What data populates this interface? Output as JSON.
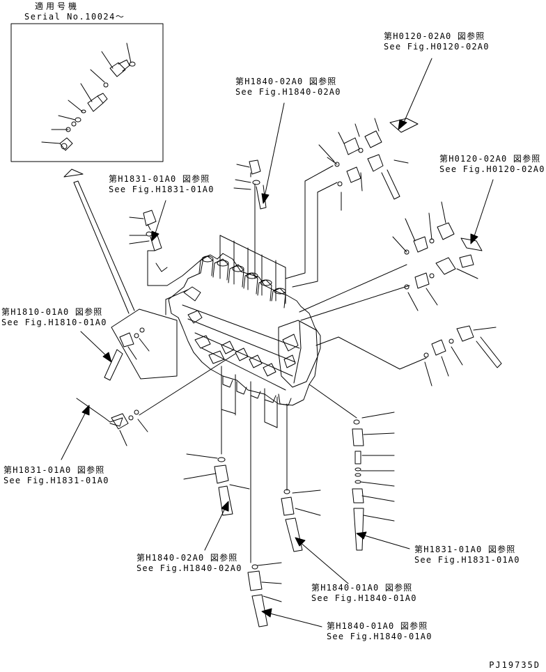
{
  "inset": {
    "title_jp": "適用号機",
    "title_en": "Serial No.10024～"
  },
  "refs": [
    {
      "id": "h0120_top",
      "jp": "第H0120-02A0 図参照",
      "en": "See Fig.H0120-02A0"
    },
    {
      "id": "h1840_top",
      "jp": "第H1840-02A0 図参照",
      "en": "See Fig.H1840-02A0"
    },
    {
      "id": "h1831_upper",
      "jp": "第H1831-01A0 図参照",
      "en": "See Fig.H1831-01A0"
    },
    {
      "id": "h0120_right",
      "jp": "第H0120-02A0 図参照",
      "en": "See Fig.H0120-02A0"
    },
    {
      "id": "h1810_left",
      "jp": "第H1810-01A0 図参照",
      "en": "See Fig.H1810-01A0"
    },
    {
      "id": "h1831_left",
      "jp": "第H1831-01A0 図参照",
      "en": "See Fig.H1831-01A0"
    },
    {
      "id": "h1840_bottom",
      "jp": "第H1840-02A0 図参照",
      "en": "See Fig.H1840-02A0"
    },
    {
      "id": "h1831_right",
      "jp": "第H1831-01A0 図参照",
      "en": "See Fig.H1831-01A0"
    },
    {
      "id": "h1840_01_mid",
      "jp": "第H1840-01A0 図参照",
      "en": "See Fig.H1840-01A0"
    },
    {
      "id": "h1840_01_low",
      "jp": "第H1840-01A0 図参照",
      "en": "See Fig.H1840-01A0"
    }
  ],
  "drawing_code": "PJ19735D"
}
